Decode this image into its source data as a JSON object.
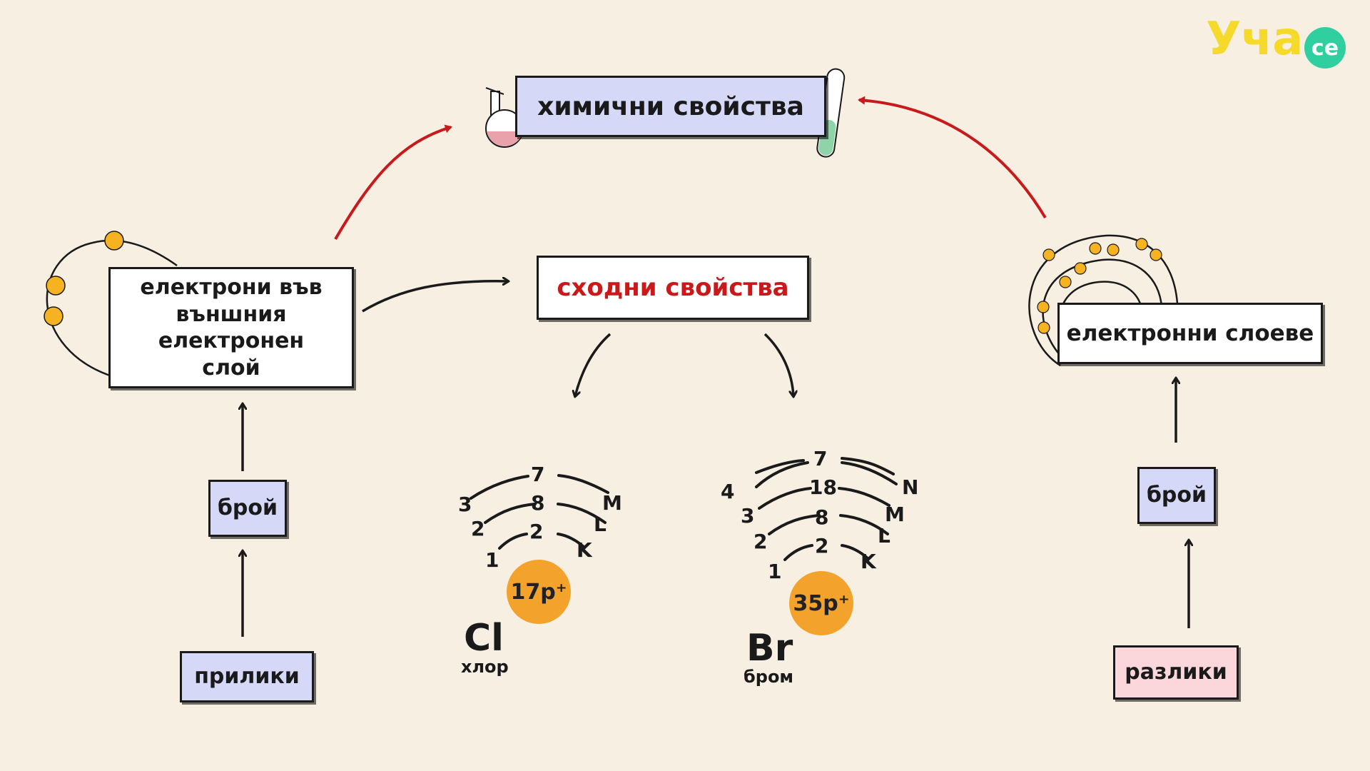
{
  "logo": {
    "text": "Уча",
    "badge": "се"
  },
  "boxes": {
    "chemical": "химични свойства",
    "similar": "сходни свойства",
    "outer_layer": "електрони във външния електронен слой",
    "layers": "електронни слоеве",
    "count_left": "брой",
    "count_right": "брой",
    "similarities": "прилики",
    "differences": "разлики"
  },
  "colors": {
    "background": "#f6efe2",
    "lavender": "#d6d8f7",
    "pink": "#fbd6da",
    "red_arrow": "#c81a1a",
    "electron": "#f5b321",
    "nucleus": "#f3a22c"
  },
  "chlorine": {
    "symbol": "Cl",
    "name": "хлор",
    "nucleus": "17p⁺",
    "shell_counts": [
      "2",
      "8",
      "7"
    ],
    "shell_numbers": [
      "1",
      "2",
      "3"
    ],
    "shell_letters": [
      "K",
      "L",
      "M"
    ]
  },
  "bromine": {
    "symbol": "Br",
    "name": "бром",
    "nucleus": "35p⁺",
    "shell_counts": [
      "2",
      "8",
      "18",
      "7"
    ],
    "shell_numbers": [
      "1",
      "2",
      "3",
      "4"
    ],
    "shell_letters": [
      "K",
      "L",
      "M",
      "N"
    ]
  }
}
